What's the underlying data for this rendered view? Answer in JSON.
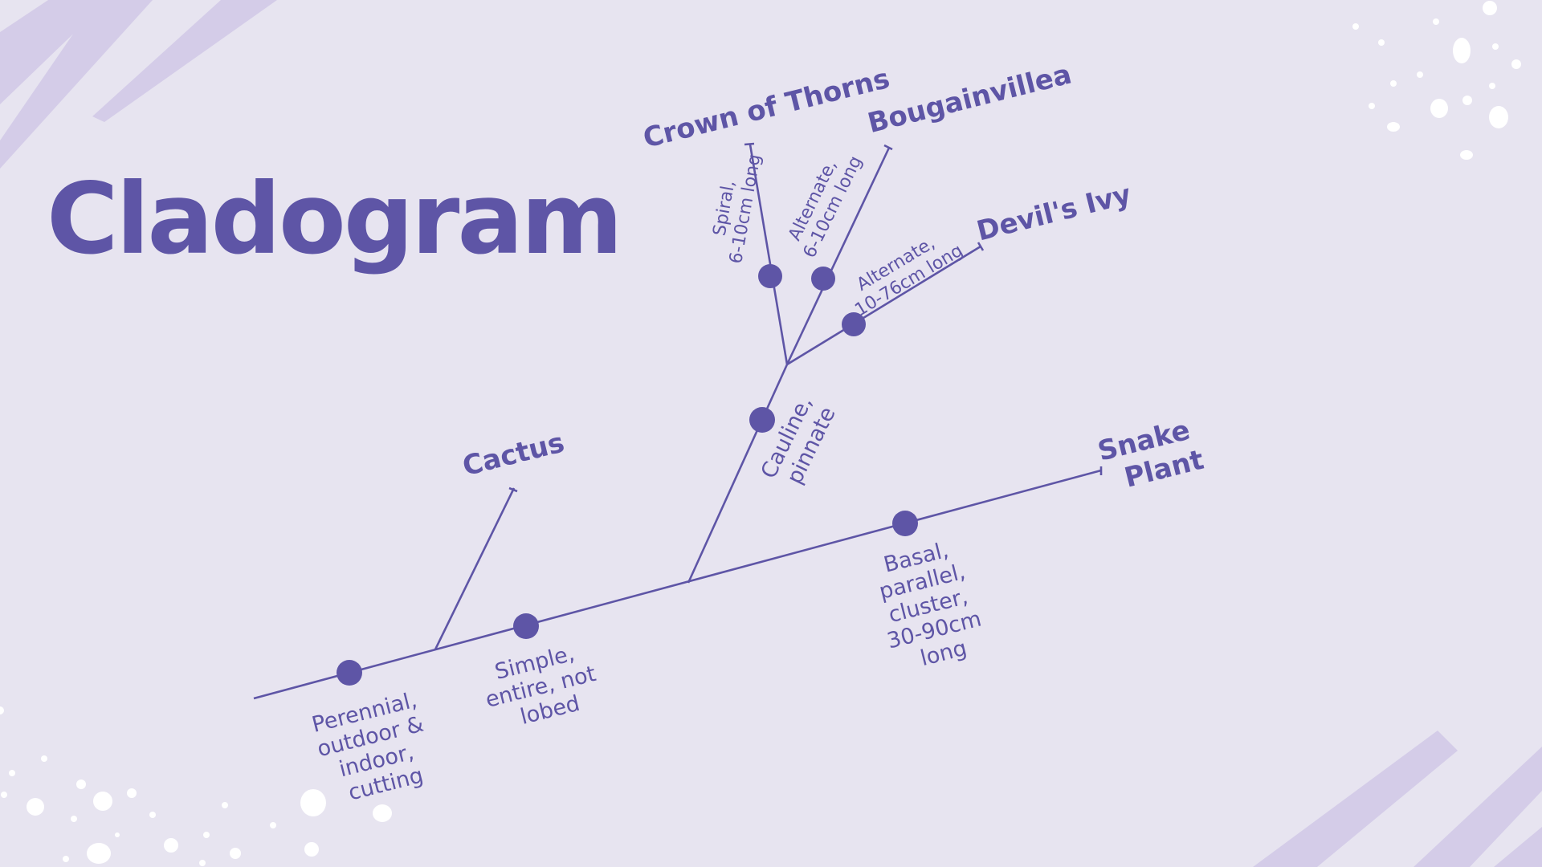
{
  "title": "Cladogram",
  "colors": {
    "background": "#e7e4f0",
    "accent": "#5e55a6",
    "decoration": "#d4cce8"
  },
  "taxa": {
    "cactus": "Cactus",
    "crown_of_thorns": "Crown of Thorns",
    "bougainvillea": "Bougainvillea",
    "devils_ivy": "Devil's Ivy",
    "snake_plant": [
      "Snake",
      "Plant"
    ]
  },
  "traits": {
    "perennial": [
      "Perennial,",
      "outdoor &",
      "indoor,",
      "cutting"
    ],
    "simple": [
      "Simple,",
      "entire, not",
      "lobed"
    ],
    "basal": [
      "Basal,",
      "parallel,",
      "cluster,",
      "30-90cm",
      "long"
    ],
    "cauline": [
      "Cauline,",
      "pinnate"
    ],
    "spiral": [
      "Spiral,",
      "6-10cm long"
    ],
    "alternate_short": [
      "Alternate,",
      "6-10cm long"
    ],
    "alternate_long": [
      "Alternate,",
      "10-76cm long"
    ]
  }
}
